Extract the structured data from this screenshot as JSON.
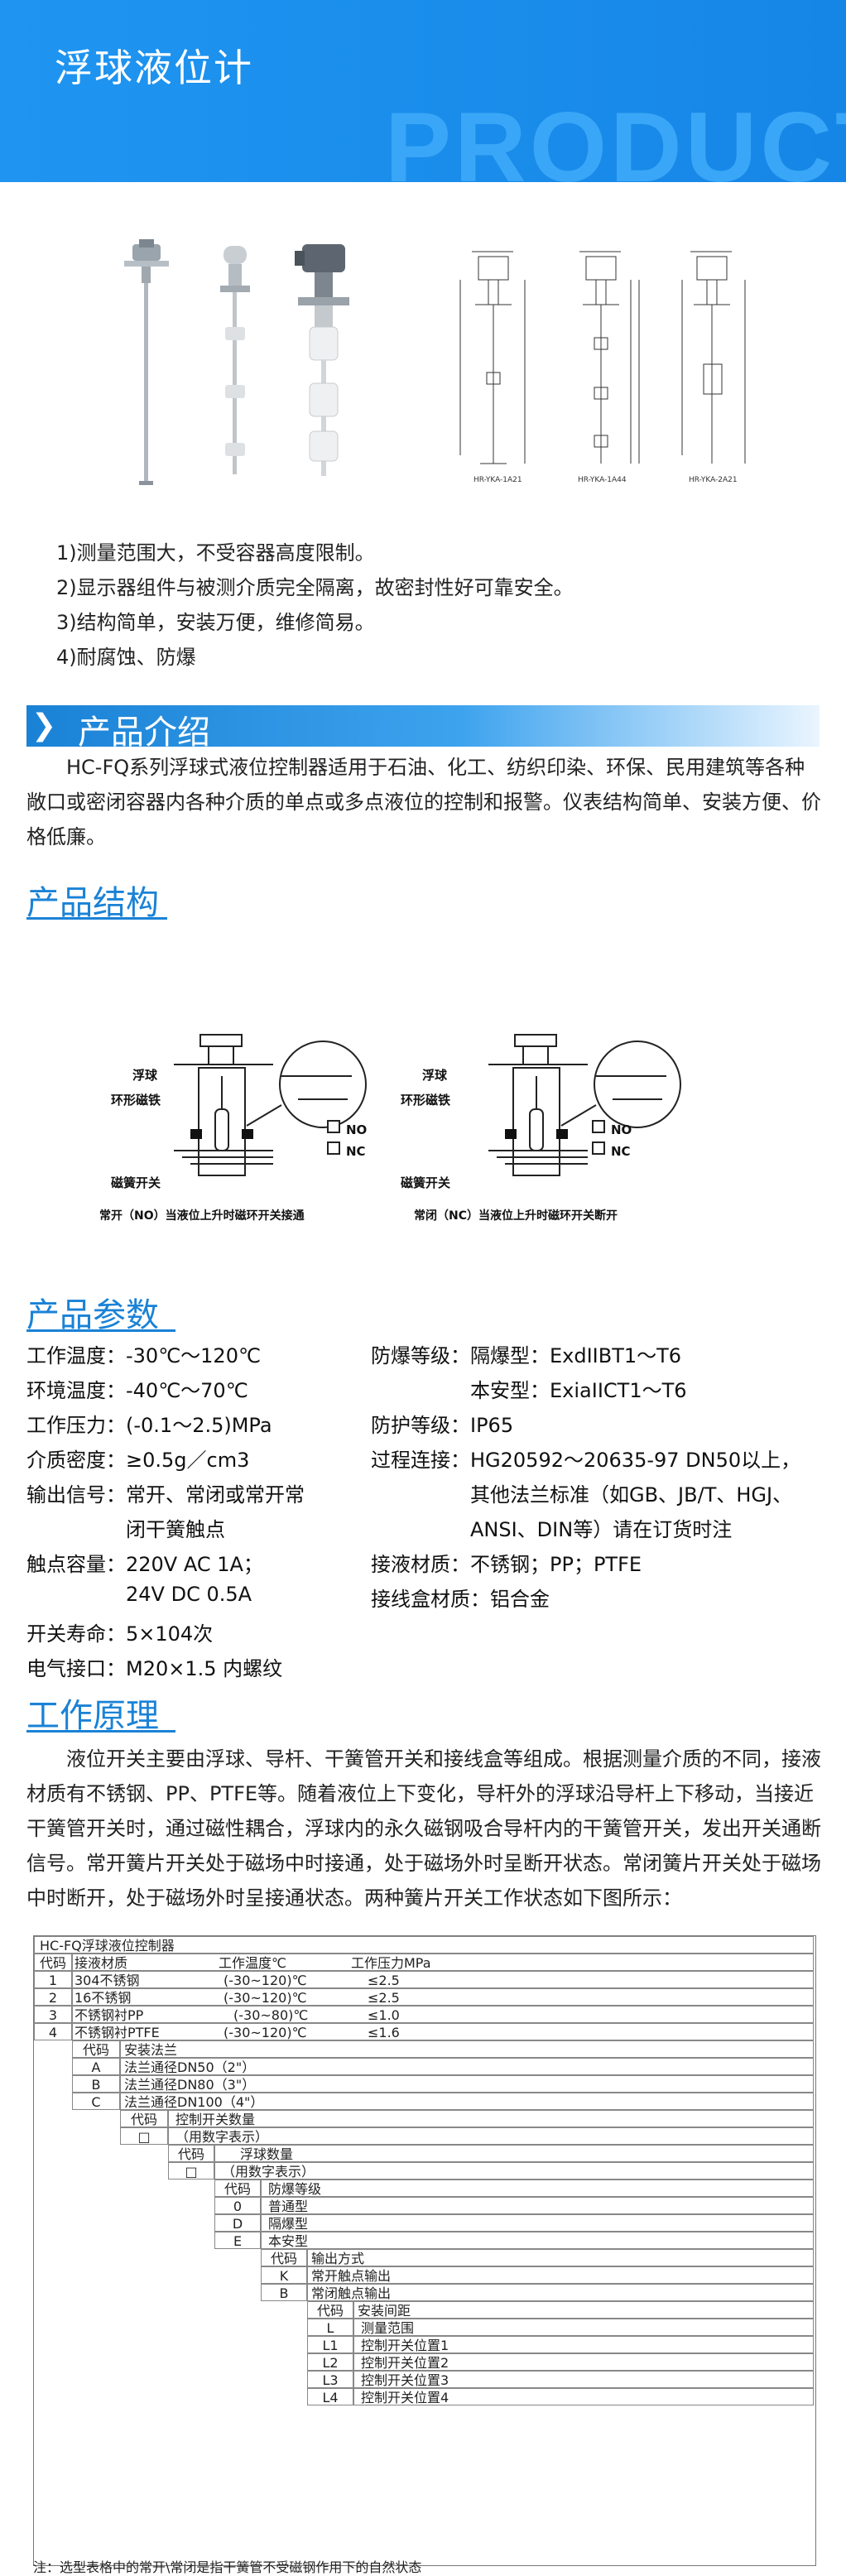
{
  "banner": {
    "title": "浮球液位计",
    "word": "PRODUCT"
  },
  "photo_labels": [
    "HR-YKA-1A21",
    "HR-YKA-1A44",
    "HR-YKA-2A21"
  ],
  "features": [
    "1)测量范围大，不受容器高度限制。",
    "2)显示器组件与被测介质完全隔离，故密封性好可靠安全。",
    "3)结构简单，安装万便，维修简易。",
    "4)耐腐蚀、防爆"
  ],
  "intro": {
    "title": "产品介绍",
    "text": "HC-FQ系列浮球式液位控制器适用于石油、化工、纺织印染、环保、民用建筑等各种敞口或密闭容器内各种介质的单点或多点液位的控制和报警。仪表结构简单、安装方便、价格低廉。"
  },
  "structure": {
    "title": "产品结构",
    "left": {
      "float": "浮球",
      "magnet": "环形磁铁",
      "reed": "磁簧开关",
      "no": "NO",
      "nc": "NC",
      "caption": "常开（NO）当液位上升时磁环开关接通"
    },
    "right": {
      "float": "浮球",
      "magnet": "环形磁铁",
      "reed": "磁簧开关",
      "no": "NO",
      "nc": "NC",
      "caption": "常闭（NC）当液位上升时磁环开关断开"
    }
  },
  "params": {
    "title": "产品参数",
    "left": [
      "工作温度：-30℃～120℃",
      "环境温度：-40℃～70℃",
      "工作压力：(-0.1～2.5)MPa",
      "介质密度：≥0.5g／cm3",
      "输出信号：常开、常闭或常开常",
      "闭干簧触点",
      "触点容量：220V AC 1A；",
      "24V DC 0.5A",
      "开关寿命：5×104次",
      "电气接口：M20×1.5 内螺纹"
    ],
    "right": [
      "防爆等级：隔爆型：ExdIIBT1～T6",
      "本安型：ExiaIICT1～T6",
      "防护等级：IP65",
      "过程连接：HG20592～20635-97 DN50以上，",
      "其他法兰标准（如GB、JB/T、HGJ、",
      "ANSI、DIN等）请在订货时注",
      "接液材质：不锈钢；PP；PTFE",
      "接线盒材质：铝合金"
    ]
  },
  "principle": {
    "title": "工作原理",
    "text": "液位开关主要由浮球、导杆、干簧管开关和接线盒等组成。根据测量介质的不同，接液材质有不锈钢、PP、PTFE等。随着液位上下变化，导杆外的浮球沿导杆上下移动，当接近干簧管开关时，通过磁性耦合，浮球内的永久磁钢吸合导杆内的干簧管开关，发出开关通断信号。常开簧片开关处于磁场中时接通，处于磁场外时呈断开状态。常闭簧片开关处于磁场中时断开，处于磁场外时呈接通状态。两种簧片开关工作状态如下图所示："
  },
  "model_table": {
    "title": "HC-FQ浮球液位控制器",
    "rows": [
      [
        "代码",
        "接液材质",
        "工作温度℃",
        "工作压力MPa"
      ],
      [
        "1",
        "304不锈钢",
        "(-30~120)℃",
        "≤2.5"
      ],
      [
        "2",
        "16不锈钢",
        "(-30~120)℃",
        "≤2.5"
      ],
      [
        "3",
        "不锈钢衬PP",
        "(-30~80)℃",
        "≤1.0"
      ],
      [
        "4",
        "不锈钢衬PTFE",
        "(-30~120)℃",
        "≤1.6"
      ]
    ],
    "groups": [
      {
        "head": [
          "代码",
          "安装法兰"
        ],
        "items": [
          [
            "A",
            "法兰通径DN50（2\"）"
          ],
          [
            "B",
            "法兰通径DN80（3\"）"
          ],
          [
            "C",
            "法兰通径DN100（4\"）"
          ]
        ]
      },
      {
        "head": [
          "代码",
          "控制开关数量"
        ],
        "items": [
          [
            "□",
            "（用数字表示）"
          ]
        ]
      },
      {
        "head": [
          "代码",
          "浮球数量"
        ],
        "items": [
          [
            "□",
            "（用数字表示）"
          ]
        ]
      },
      {
        "head": [
          "代码",
          "防爆等级"
        ],
        "items": [
          [
            "0",
            "普通型"
          ],
          [
            "D",
            "隔爆型"
          ],
          [
            "E",
            "本安型"
          ]
        ]
      },
      {
        "head": [
          "代码",
          "输出方式"
        ],
        "items": [
          [
            "K",
            "常开触点输出"
          ],
          [
            "B",
            "常闭触点输出"
          ]
        ]
      },
      {
        "head": [
          "代码",
          "安装间距"
        ],
        "items": [
          [
            "L",
            "测量范围"
          ],
          [
            "L1",
            "控制开关位置1"
          ],
          [
            "L2",
            "控制开关位置2"
          ],
          [
            "L3",
            "控制开关位置3"
          ],
          [
            "L4",
            "控制开关位置4"
          ]
        ]
      }
    ],
    "note": "注：选型表格中的常开\\常闭是指干簧管不受磁钢作用下的自然状态"
  }
}
